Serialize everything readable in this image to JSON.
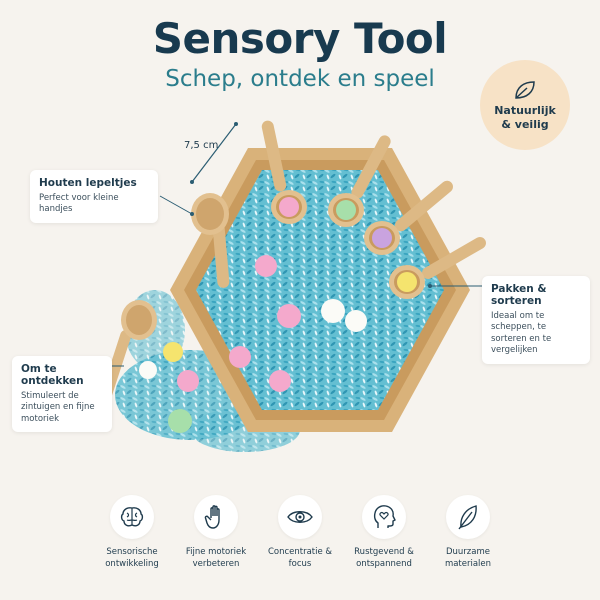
{
  "header": {
    "title": "Sensory Tool",
    "subtitle": "Schep, ontdek en speel"
  },
  "badge": {
    "icon": "leaf-icon",
    "label": "Natuurlijk\n& veilig"
  },
  "size_label": "7,5 cm",
  "callouts": {
    "spoons": {
      "title": "Houten lepeltjes",
      "text": "Perfect voor kleine handjes"
    },
    "discover": {
      "title": "Om te ontdekken",
      "text": "Stimuleert de zintuigen en fijne motoriek"
    },
    "sorting": {
      "title": "Pakken & sorteren",
      "text": "Ideaal om te scheppen, te sorteren en te vergelijken"
    }
  },
  "features": [
    {
      "icon": "brain-icon",
      "label": "Sensorische\nontwikkeling"
    },
    {
      "icon": "hand-icon",
      "label": "Fijne motoriek\nverbeteren"
    },
    {
      "icon": "eye-icon",
      "label": "Concentratie &\nfocus"
    },
    {
      "icon": "heart-head-icon",
      "label": "Rustgevend &\nontspannend"
    },
    {
      "icon": "feather-icon",
      "label": "Duurzame\nmaterialen"
    }
  ],
  "colors": {
    "title": "#183a4f",
    "subtitle": "#2b7d8c",
    "badge_bg": "#f7e2c6",
    "wood": "#d9b27a",
    "rice": "#57b9cf"
  }
}
